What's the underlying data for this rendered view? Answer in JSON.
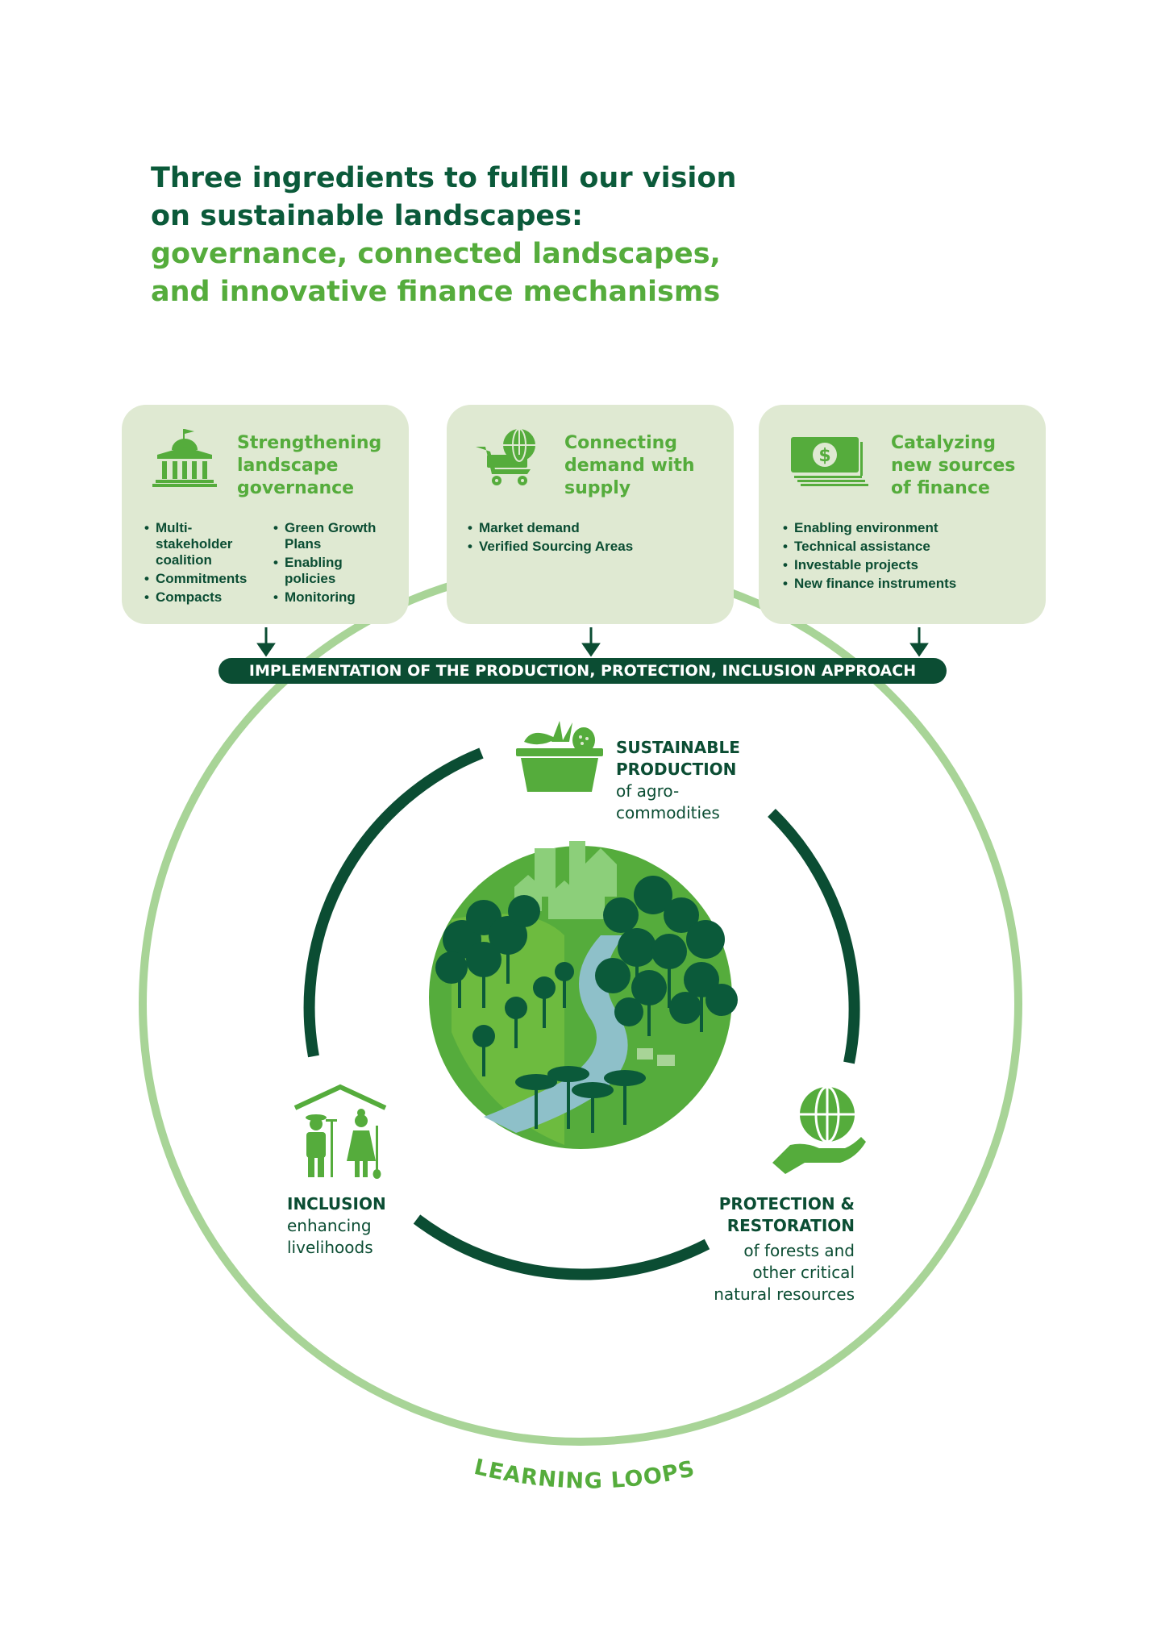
{
  "title": {
    "line1": "Three ingredients to fulfill our vision",
    "line2": "on sustainable landscapes:",
    "line3": "governance, connected landscapes,",
    "line4": "and innovative finance mechanisms"
  },
  "boxes": [
    {
      "heading": [
        "Strengthening",
        "landscape",
        "governance"
      ],
      "icon": "government-building-icon",
      "bullets_left": [
        "Multi-stakeholder coalition",
        "Commitments",
        "Compacts"
      ],
      "bullets_right": [
        "Green Growth Plans",
        "Enabling policies",
        "Monitoring"
      ]
    },
    {
      "heading": [
        "Connecting",
        "demand with",
        "supply"
      ],
      "icon": "shopping-cart-globe-icon",
      "bullets": [
        "Market demand",
        "Verified Sourcing Areas"
      ]
    },
    {
      "heading": [
        "Catalyzing",
        "new sources",
        "of finance"
      ],
      "icon": "dollar-bills-icon",
      "bullets": [
        "Enabling environment",
        "Technical assistance",
        "Investable projects",
        "New finance instruments"
      ]
    }
  ],
  "banner": "IMPLEMENTATION OF THE PRODUCTION, PROTECTION, INCLUSION APPROACH",
  "pillars": {
    "production": {
      "heading": [
        "SUSTAINABLE",
        "PRODUCTION"
      ],
      "sub": [
        "of agro-",
        "commodities"
      ],
      "icon": "produce-basket-icon"
    },
    "protection": {
      "heading": [
        "PROTECTION &",
        "RESTORATION"
      ],
      "sub": [
        "of forests and",
        "other critical",
        "natural resources"
      ],
      "icon": "hand-globe-icon"
    },
    "inclusion": {
      "heading": [
        "INCLUSION"
      ],
      "sub": [
        "enhancing",
        "livelihoods"
      ],
      "icon": "farmers-house-icon"
    }
  },
  "outer_loop_label": "LEARNING LOOPS",
  "center_illustration": "landscape-globe-icon",
  "colors": {
    "dark_green": "#0b4d33",
    "mid_green": "#55ac3c",
    "light_green_ring": "#a8d497",
    "box_fill": "#dfe9d2",
    "river": "#8ec0c9"
  }
}
